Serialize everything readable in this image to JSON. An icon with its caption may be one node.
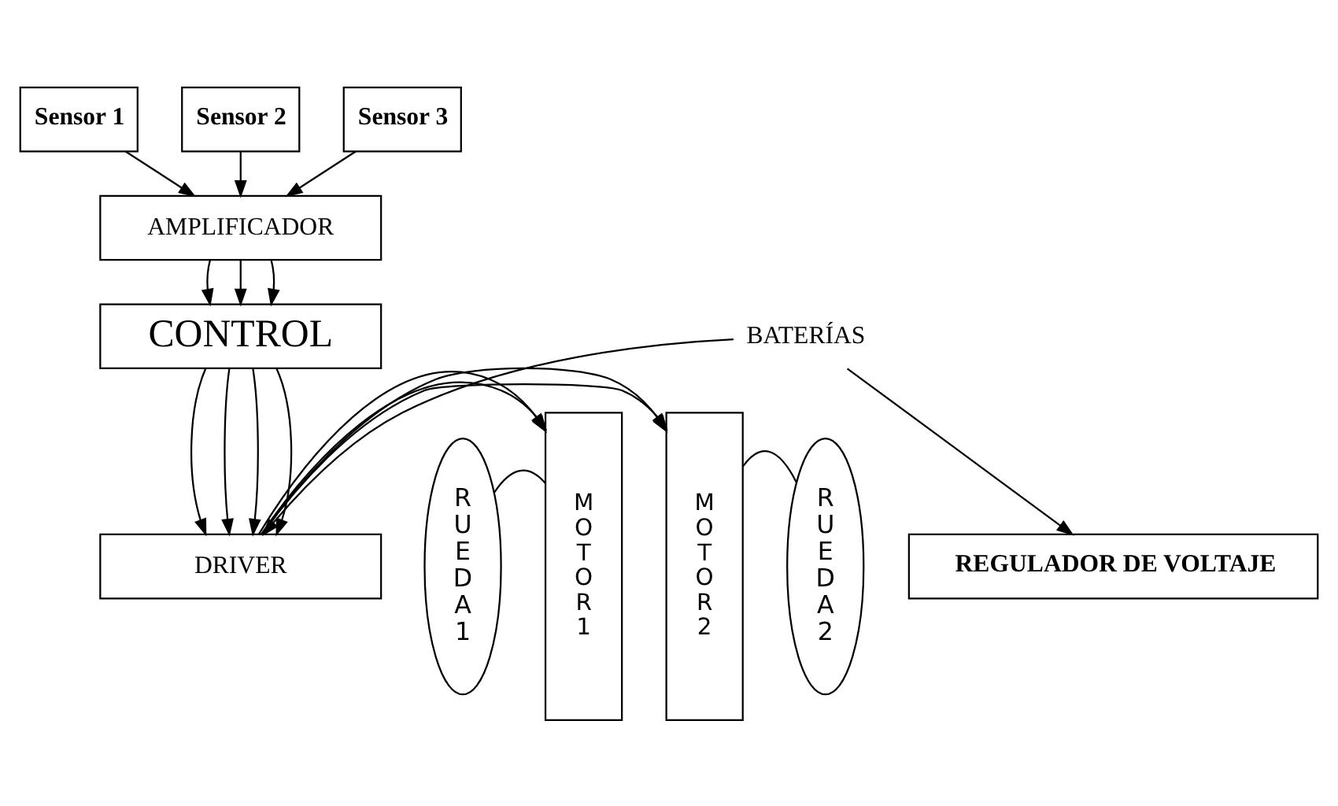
{
  "diagram": {
    "nodes": [
      {
        "text": [
          "Sensor 1"
        ]
      },
      {
        "text": [
          "Sensor 2"
        ]
      },
      {
        "text": [
          "Sensor 3"
        ]
      },
      {
        "text": [
          "AMPLIFICADOR"
        ]
      },
      {
        "text": [
          "CONTROL"
        ]
      },
      {
        "text": [
          "DRIVER"
        ]
      },
      {
        "text": [
          "M O T O R 1"
        ]
      },
      {
        "text": [
          "M O T O R 2"
        ]
      },
      {
        "text": [
          "R U E D A 1"
        ]
      },
      {
        "text": [
          "R U E D A 2"
        ]
      },
      {
        "text": [
          "BATERÍAS"
        ]
      },
      {
        "text": [
          "REGULADOR DE VOLTAJE"
        ]
      }
    ],
    "edges": [
      {
        "from": 0,
        "to": 3,
        "arrow": "to"
      },
      {
        "from": 1,
        "to": 3,
        "arrow": "to"
      },
      {
        "from": 2,
        "to": 3,
        "arrow": "to"
      },
      {
        "from": 3,
        "to": 4,
        "arrow": "to"
      },
      {
        "from": 3,
        "to": 4,
        "arrow": "to"
      },
      {
        "from": 3,
        "to": 4,
        "arrow": "to"
      },
      {
        "from": 4,
        "to": 5,
        "arrow": "to"
      },
      {
        "from": 4,
        "to": 5,
        "arrow": "to"
      },
      {
        "from": 4,
        "to": 5,
        "arrow": "to"
      },
      {
        "from": 4,
        "to": 5,
        "arrow": "to"
      },
      {
        "from": 5,
        "to": 6,
        "arrow": "to"
      },
      {
        "from": 5,
        "to": 6,
        "arrow": "to"
      },
      {
        "from": 5,
        "to": 7,
        "arrow": "to"
      },
      {
        "from": 5,
        "to": 7,
        "arrow": "to"
      },
      {
        "from": 8,
        "to": 6,
        "arrow": "none"
      },
      {
        "from": 7,
        "to": 9,
        "arrow": "none"
      },
      {
        "from": 10,
        "to": 5,
        "arrow": "to"
      },
      {
        "from": 10,
        "to": 11,
        "arrow": "to"
      }
    ]
  }
}
